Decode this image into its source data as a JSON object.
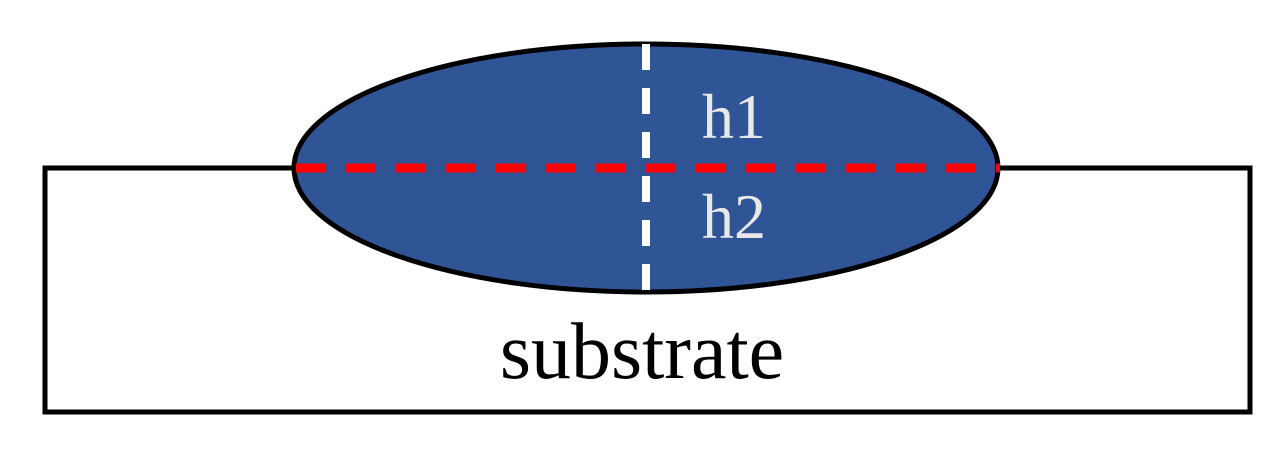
{
  "labels": {
    "upper_height": "h1",
    "lower_height": "h2",
    "substrate": "substrate"
  },
  "colors": {
    "bead_fill": "#2f5597",
    "outline": "#000000",
    "center_line": "#ffffff",
    "surface_line": "#ff0000",
    "height_labels": "#e8e8e8",
    "substrate_fill": "#ffffff",
    "substrate_label": "#000000"
  }
}
